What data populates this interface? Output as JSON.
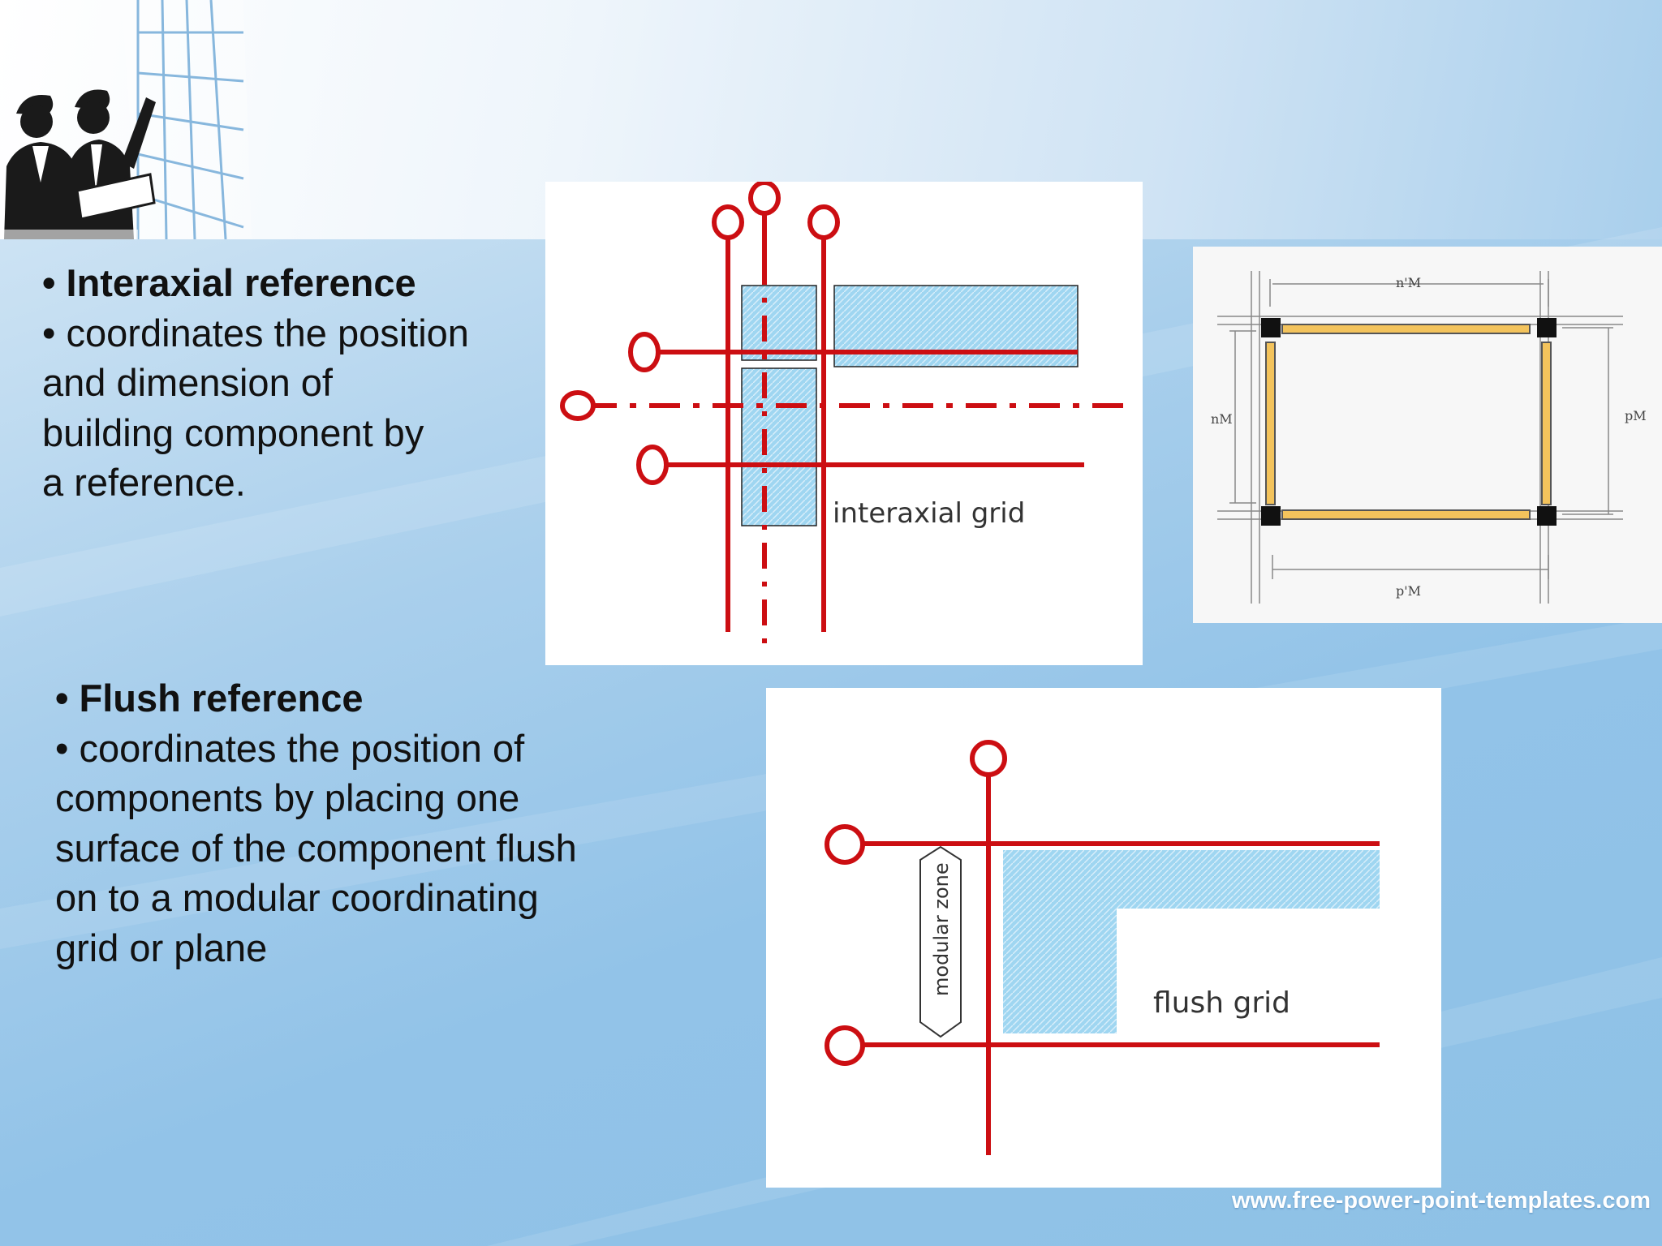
{
  "slide": {
    "interaxial": {
      "heading": "• Interaxial reference",
      "body_lines": [
        "• coordinates the position",
        "and dimension of",
        "building component by",
        "a reference."
      ]
    },
    "flush": {
      "heading": "• Flush reference",
      "body_lines": [
        "• coordinates the position of",
        "components by placing one",
        "surface of the component flush",
        "on to a modular coordinating",
        "grid or plane"
      ]
    },
    "figures": {
      "interaxial_label": "interaxial grid",
      "flush_label": "flush grid",
      "modular_zone_label": "modular zone",
      "frame_dims": {
        "top": "n'M",
        "left": "nM",
        "right": "pM",
        "bottom": "p'M"
      }
    },
    "footer_url": "www.free-power-point-templates.com"
  },
  "colors": {
    "grid_red": "#cc0e12",
    "component_blue": "#9fd6f1",
    "frame_yellow": "#f3c35c",
    "footer_text": "#ffffff"
  },
  "icons": [
    "engineers-illustration",
    "reference-circle-icon"
  ]
}
